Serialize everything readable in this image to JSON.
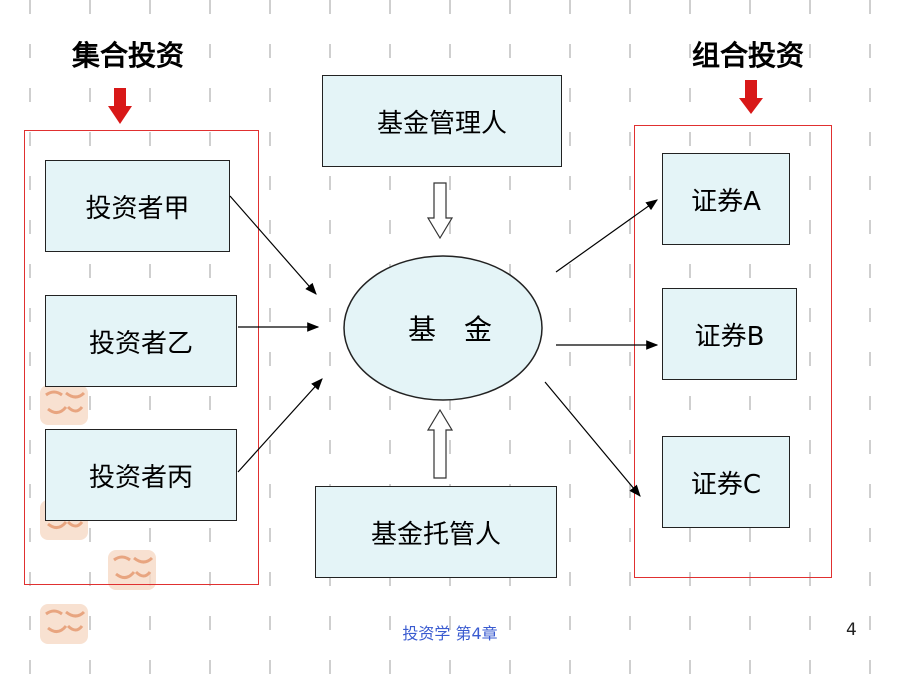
{
  "left_group": {
    "title": "集合投资"
  },
  "right_group": {
    "title": "组合投资"
  },
  "investors": [
    {
      "label": "投资者甲"
    },
    {
      "label": "投资者乙"
    },
    {
      "label": "投资者丙"
    }
  ],
  "fund": {
    "label": "基　金"
  },
  "manager": {
    "label": "基金管理人"
  },
  "custodian": {
    "label": "基金托管人"
  },
  "securities": [
    {
      "label": "证券A"
    },
    {
      "label": "证券B"
    },
    {
      "label": "证券C"
    }
  ],
  "footer": {
    "text": "投资学  第4章",
    "page": "4"
  },
  "colors": {
    "box_fill": "#e4f4f7",
    "frame_red": "#e03030",
    "arrow_red": "#d81818",
    "footer_blue": "#3a5bd0"
  }
}
